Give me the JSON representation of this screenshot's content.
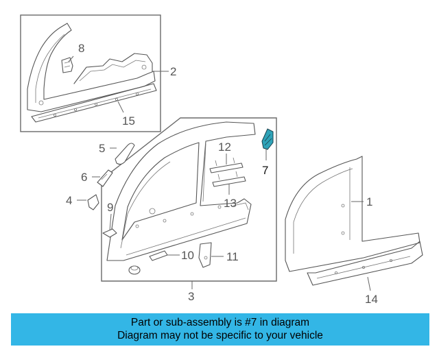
{
  "callouts": {
    "c1": "1",
    "c2": "2",
    "c3": "3",
    "c4": "4",
    "c5": "5",
    "c6": "6",
    "c7": "7",
    "c8": "8",
    "c9": "9",
    "c10": "10",
    "c11": "11",
    "c12": "12",
    "c13": "13",
    "c14": "14",
    "c15": "15"
  },
  "highlighted_part": "7",
  "highlight_color": "#2fa3b8",
  "banner": {
    "line1": "Part or sub-assembly is #7 in diagram",
    "line2": "Diagram may not be specific to your vehicle",
    "color": "#33b6e6"
  }
}
